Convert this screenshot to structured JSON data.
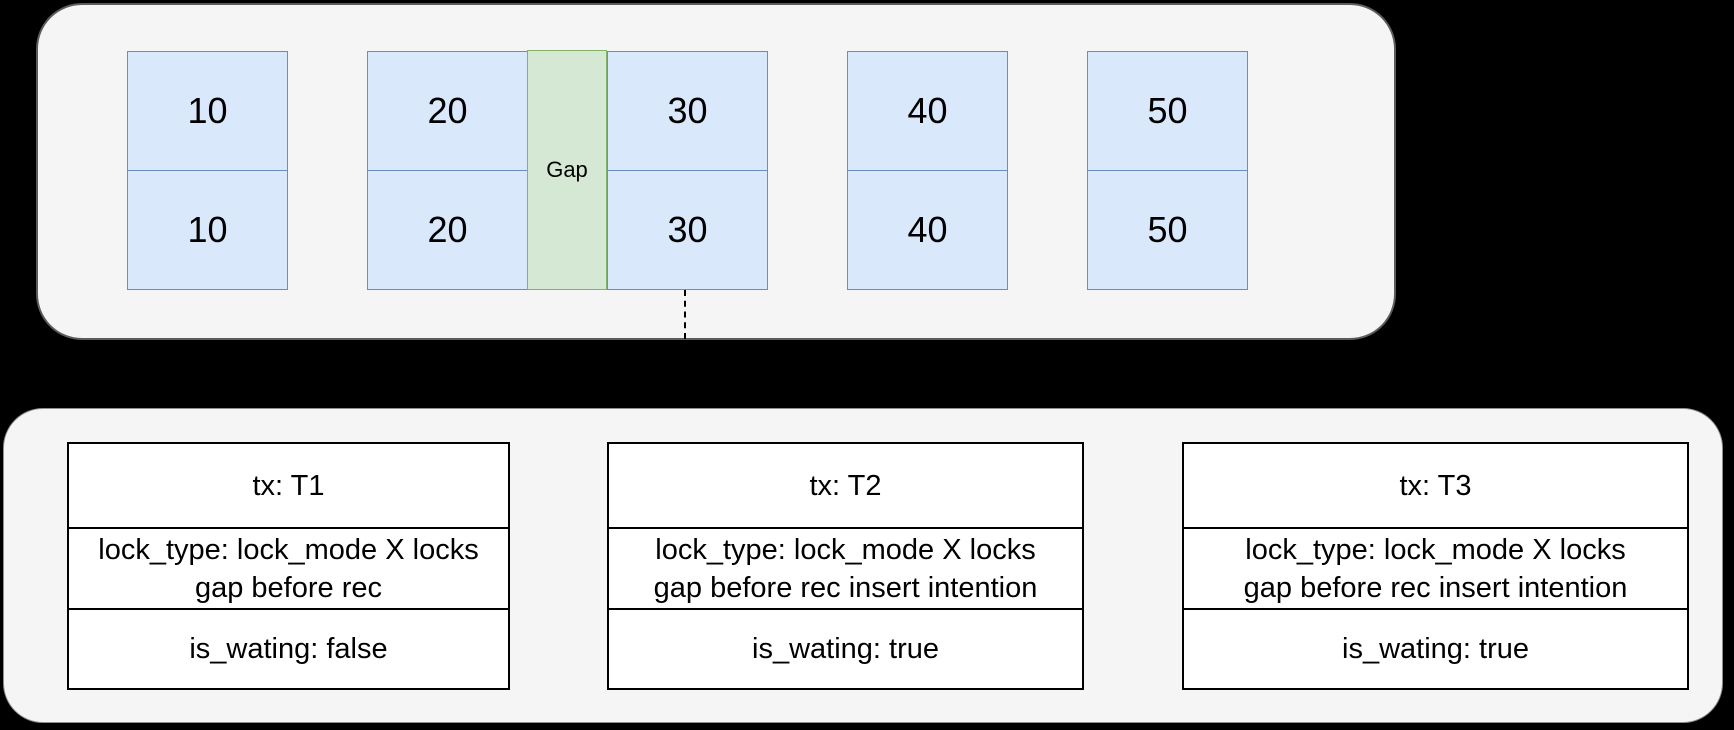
{
  "colors": {
    "canvas_bg": "#000000",
    "panel_bg": "#f5f5f5",
    "top_panel_border": "#5c5c5c",
    "bottom_panel_border": "#8f8f8f",
    "record_fill": "#dae8fc",
    "record_border": "#6c8ebf",
    "gap_fill": "#d5e8d4",
    "gap_border": "#82b366",
    "table_fill": "#ffffff",
    "table_border": "#000000"
  },
  "index_panel": {
    "records": [
      {
        "top": "10",
        "bottom": "10"
      },
      {
        "top": "20",
        "bottom": "20"
      },
      {
        "top": "30",
        "bottom": "30"
      },
      {
        "top": "40",
        "bottom": "40"
      },
      {
        "top": "50",
        "bottom": "50"
      }
    ],
    "gap_label": "Gap"
  },
  "transactions": [
    {
      "tx": "tx: T1",
      "lock_type_line1": "lock_type: lock_mode X locks",
      "lock_type_line2": "gap before rec",
      "is_waiting": "is_wating: false"
    },
    {
      "tx": "tx: T2",
      "lock_type_line1": "lock_type: lock_mode X locks",
      "lock_type_line2": "gap before rec insert intention",
      "is_waiting": "is_wating: true"
    },
    {
      "tx": "tx: T3",
      "lock_type_line1": "lock_type: lock_mode X locks",
      "lock_type_line2": "gap before rec insert intention",
      "is_waiting": "is_wating: true"
    }
  ]
}
